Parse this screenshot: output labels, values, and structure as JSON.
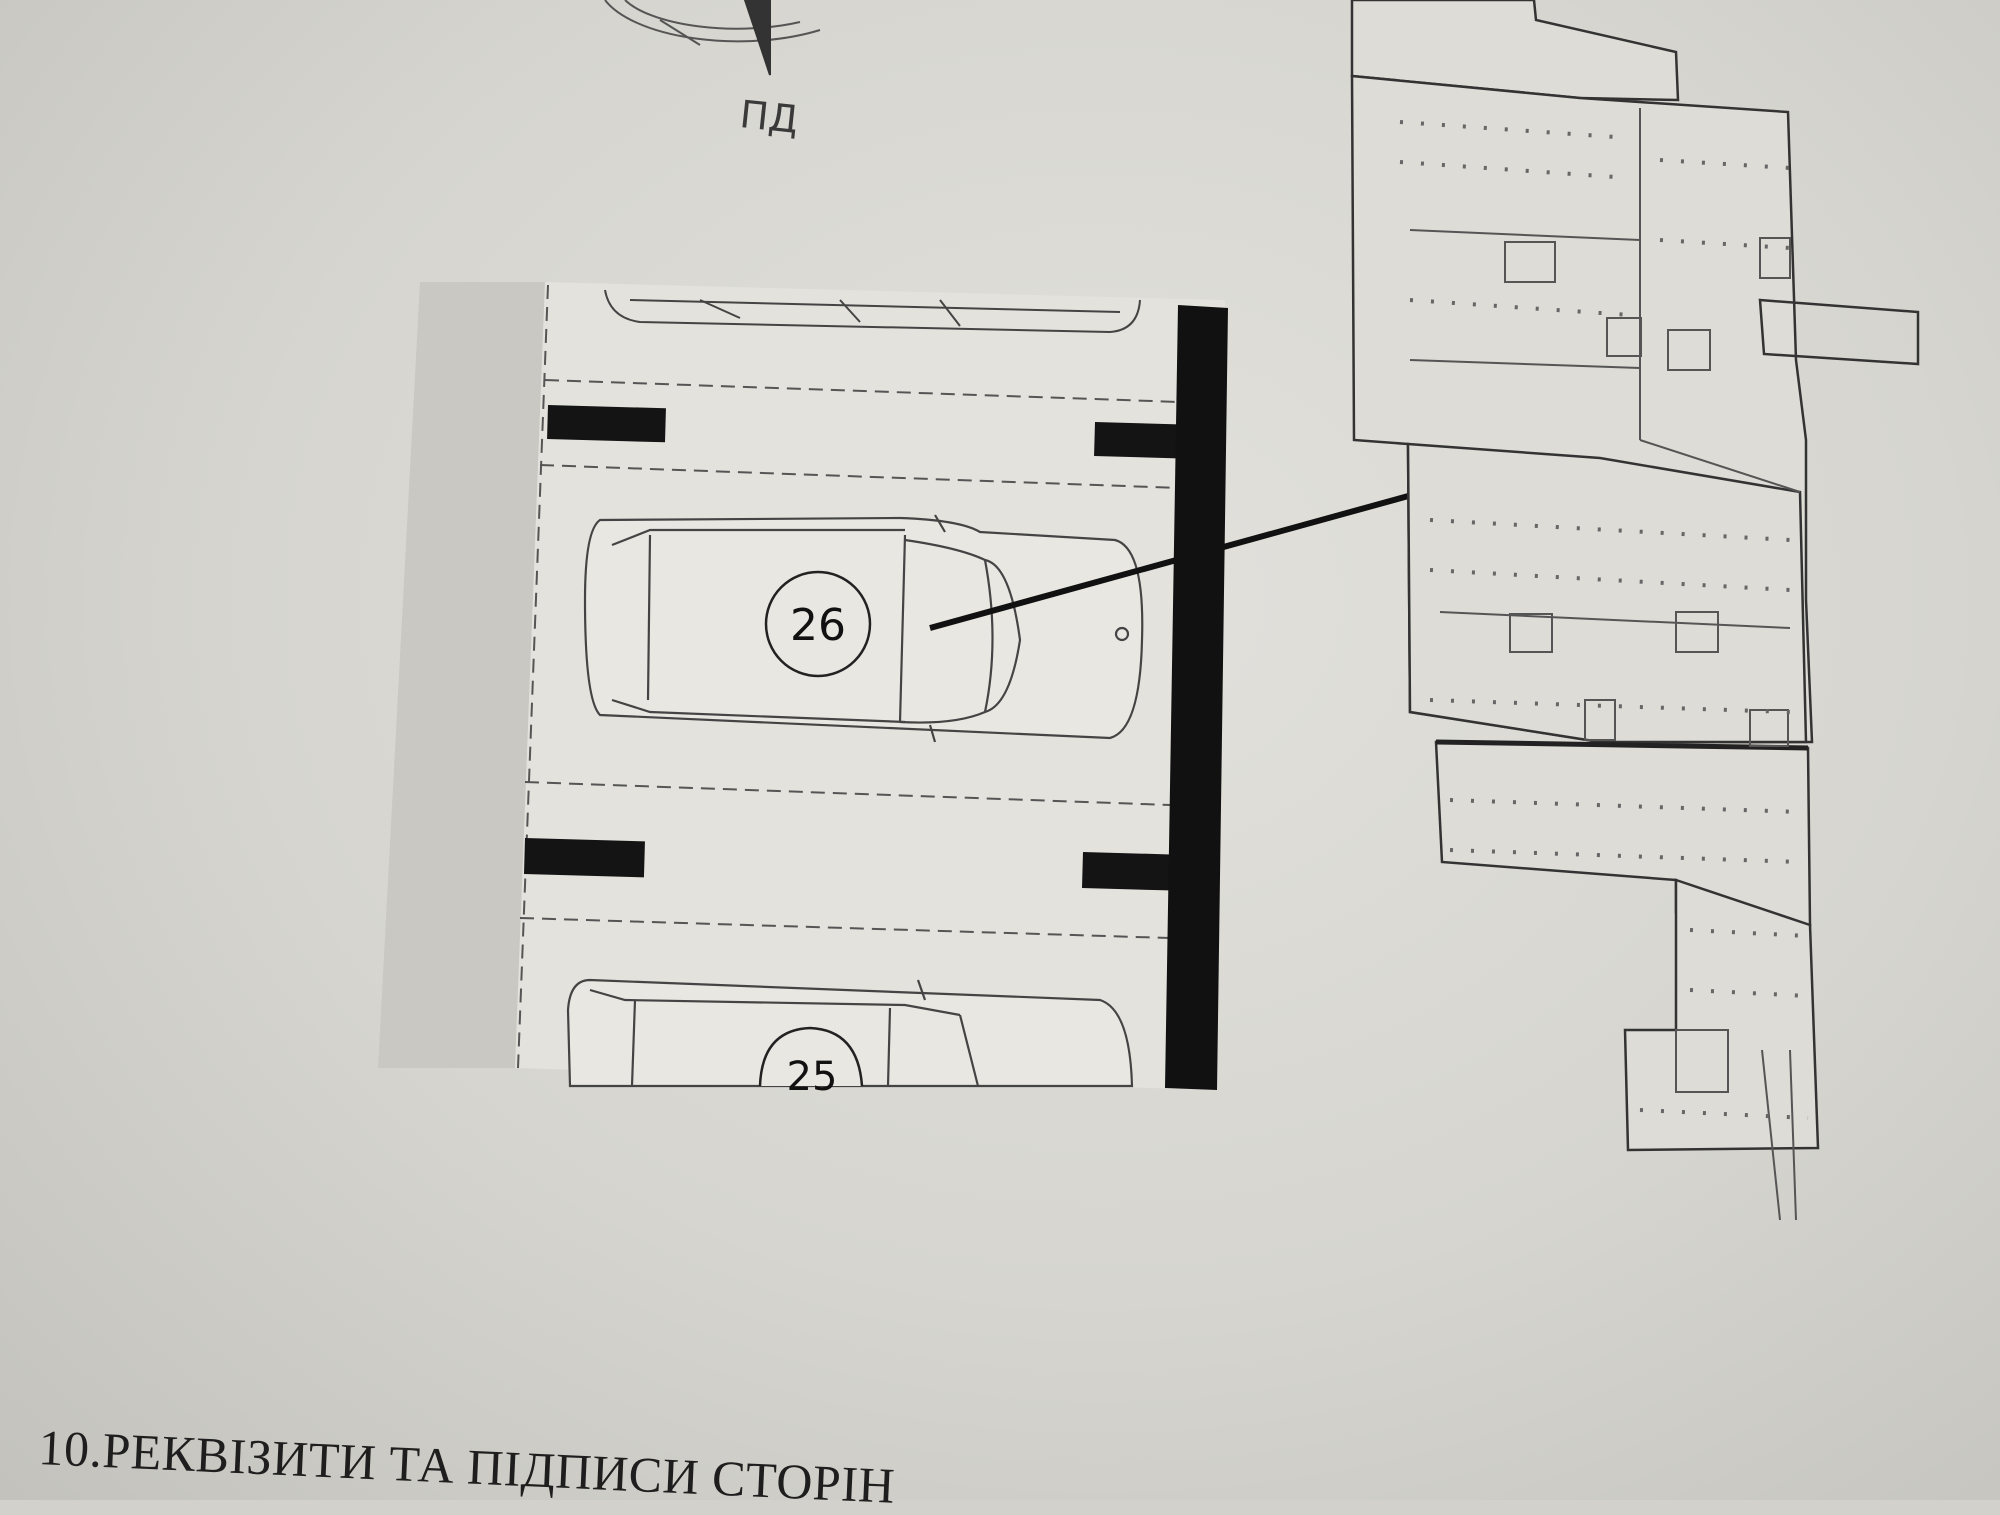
{
  "compass": {
    "label": "ПД"
  },
  "parking_detail": {
    "highlighted_space_number": "26",
    "adjacent_space_number": "25"
  },
  "section": {
    "heading": "10.РЕКВІЗИТИ ТА ПІДПИСИ СТОРІН"
  },
  "colors": {
    "paper": "#d6d5cf",
    "ink": "#1c1c1c",
    "detail_panel": "#e6e5e0",
    "shadow_strip": "#c6c5bf"
  },
  "icons": {
    "orientation": "compass-icon",
    "pointer": "arrow-icon"
  }
}
